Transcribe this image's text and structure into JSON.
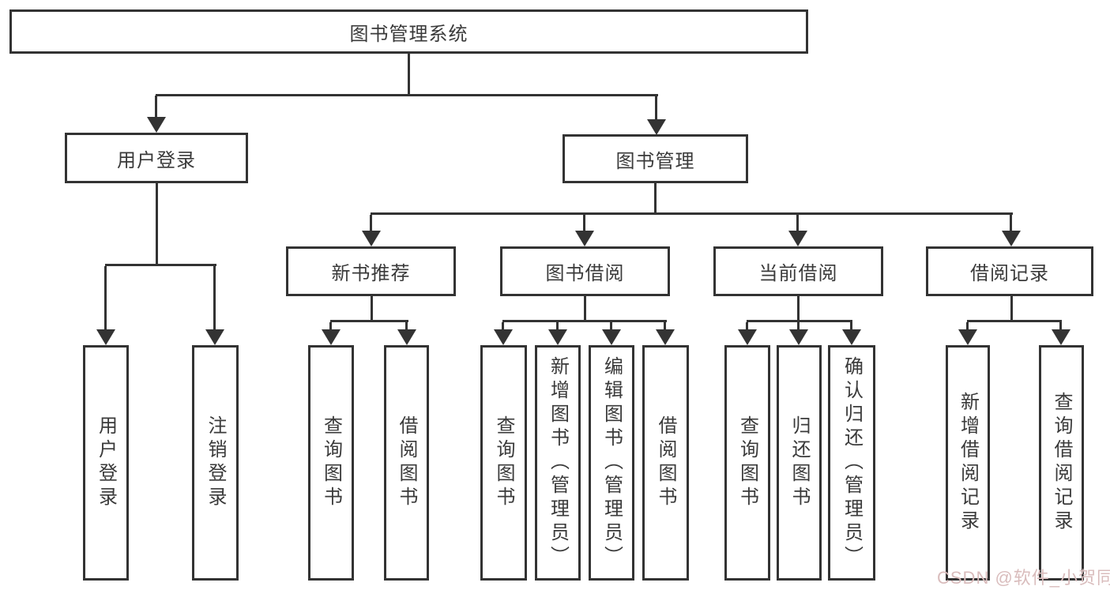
{
  "tree": {
    "label": "图书管理系统",
    "children": [
      {
        "label": "用户登录",
        "children": [
          {
            "label": "用户登录"
          },
          {
            "label": "注销登录"
          }
        ]
      },
      {
        "label": "图书管理",
        "children": [
          {
            "label": "新书推荐",
            "children": [
              {
                "label": "查询图书"
              },
              {
                "label": "借阅图书"
              }
            ]
          },
          {
            "label": "图书借阅",
            "children": [
              {
                "label": "查询图书"
              },
              {
                "label": "新增图书（管理员）"
              },
              {
                "label": "编辑图书（管理员）"
              },
              {
                "label": "借阅图书"
              }
            ]
          },
          {
            "label": "当前借阅",
            "children": [
              {
                "label": "查询图书"
              },
              {
                "label": "归还图书"
              },
              {
                "label": "确认归还（管理员）"
              }
            ]
          },
          {
            "label": "借阅记录",
            "children": [
              {
                "label": "新增借阅记录"
              },
              {
                "label": "查询借阅记录"
              }
            ]
          }
        ]
      }
    ]
  },
  "watermark": {
    "text": "CSDN @软件_小贺同学",
    "color": "#d9bcbc"
  },
  "colors": {
    "line": "#333333",
    "text": "#3a3a3a",
    "background": "#ffffff"
  }
}
